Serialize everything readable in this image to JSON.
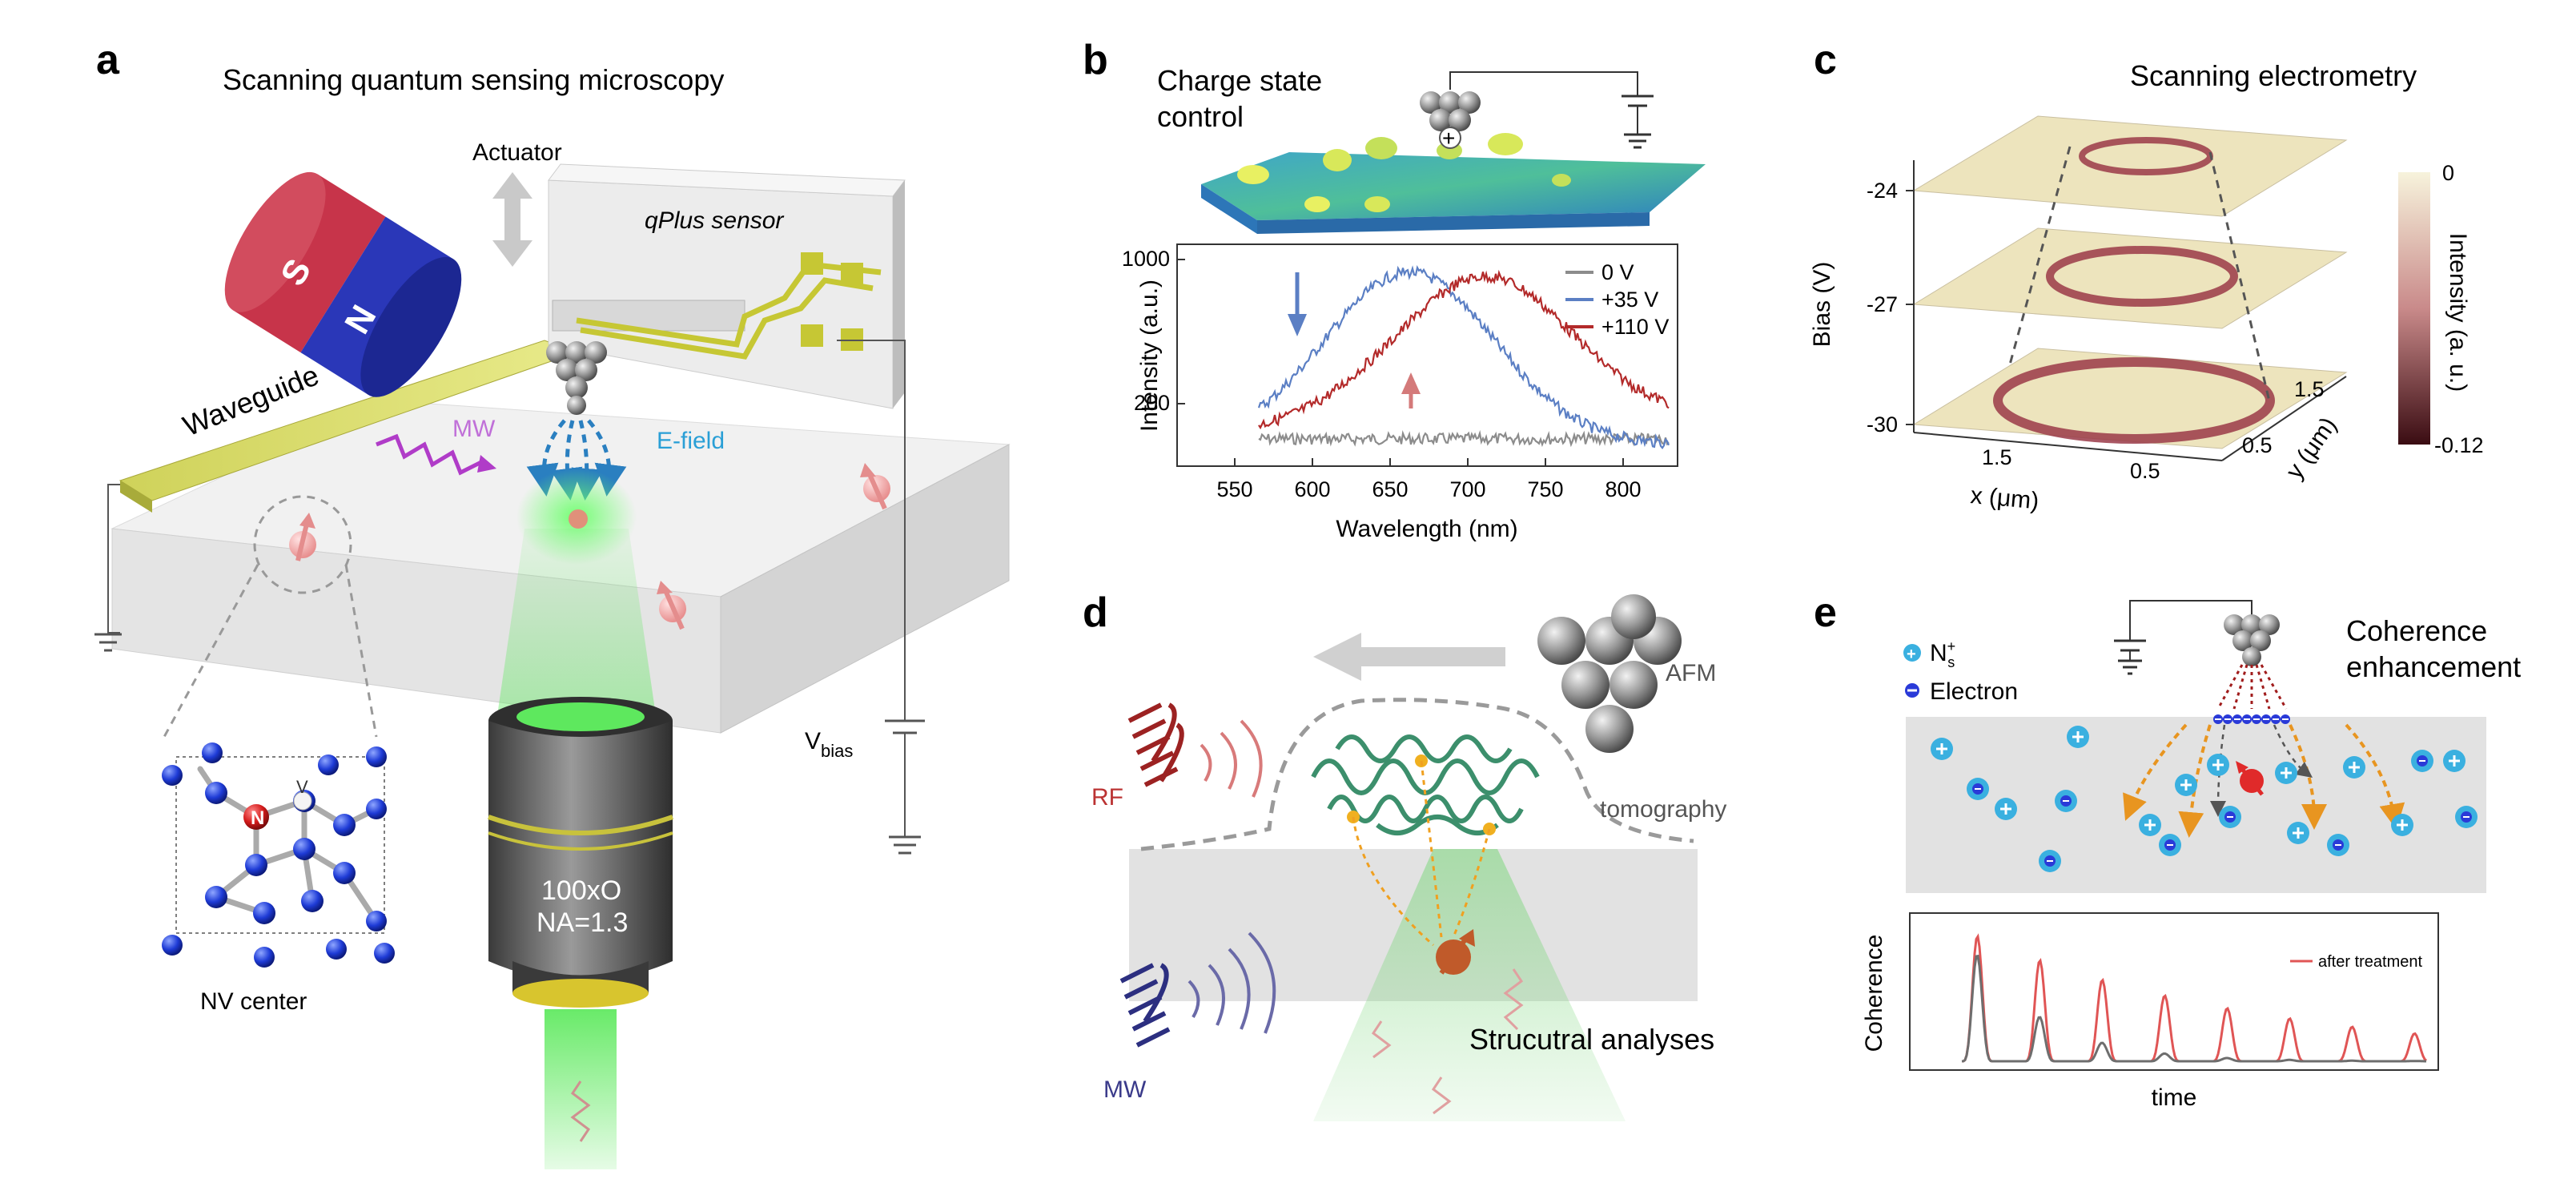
{
  "panel_a": {
    "letter": "a",
    "title": "Scanning quantum sensing microscopy",
    "actuator": "Actuator",
    "qplus": "qPlus sensor",
    "waveguide": "Waveguide",
    "mw": "MW",
    "efield": "E-field",
    "magnet_s": "S",
    "magnet_n": "N",
    "vbias_main": "V",
    "vbias_sub": "bias",
    "nv_center": "NV center",
    "nv_atom": "N",
    "vacancy": "V",
    "objective_line1": "100xO",
    "objective_line2": "NA=1.3"
  },
  "panel_b": {
    "letter": "b",
    "title_line1": "Charge state",
    "title_line2": "control",
    "plus": "+",
    "ylabel": "Intensity (a.u.)",
    "xlabel": "Wavelength (nm)",
    "xticks": [
      "550",
      "600",
      "650",
      "700",
      "750",
      "800"
    ],
    "yticks": [
      "1000",
      "200"
    ],
    "legend": [
      "0 V",
      "+35 V",
      "+110 V"
    ],
    "colors": {
      "v0": "#8c8c8c",
      "v35": "#5b7fc4",
      "v110": "#b32a2a"
    }
  },
  "panel_c": {
    "letter": "c",
    "title": "Scanning electrometry",
    "ylabel": "Bias (V)",
    "bias_ticks": [
      "-24",
      "-27",
      "-30"
    ],
    "xlabel": "x (μm)",
    "xticks": [
      "1.5",
      "0.5"
    ],
    "ylabel2": "y (μm)",
    "yticks2": [
      "1.5",
      "0.5"
    ],
    "colorbar_label": "Intensity (a. u.)",
    "colorbar_max": "0",
    "colorbar_min": "-0.12"
  },
  "panel_d": {
    "letter": "d",
    "afm": "AFM",
    "tomography": "tomography",
    "rf": "RF",
    "mw": "MW",
    "structural": "Strucutral analyses"
  },
  "panel_e": {
    "letter": "e",
    "ns_label": "N",
    "ns_sup": "+",
    "ns_sub": "s",
    "electron": "Electron",
    "title_line1": "Coherence",
    "title_line2": "enhancement",
    "ylabel": "Coherence",
    "xlabel": "time",
    "legend": "after treatment",
    "colors": {
      "before": "#6e6e6e",
      "after": "#e05555"
    }
  }
}
